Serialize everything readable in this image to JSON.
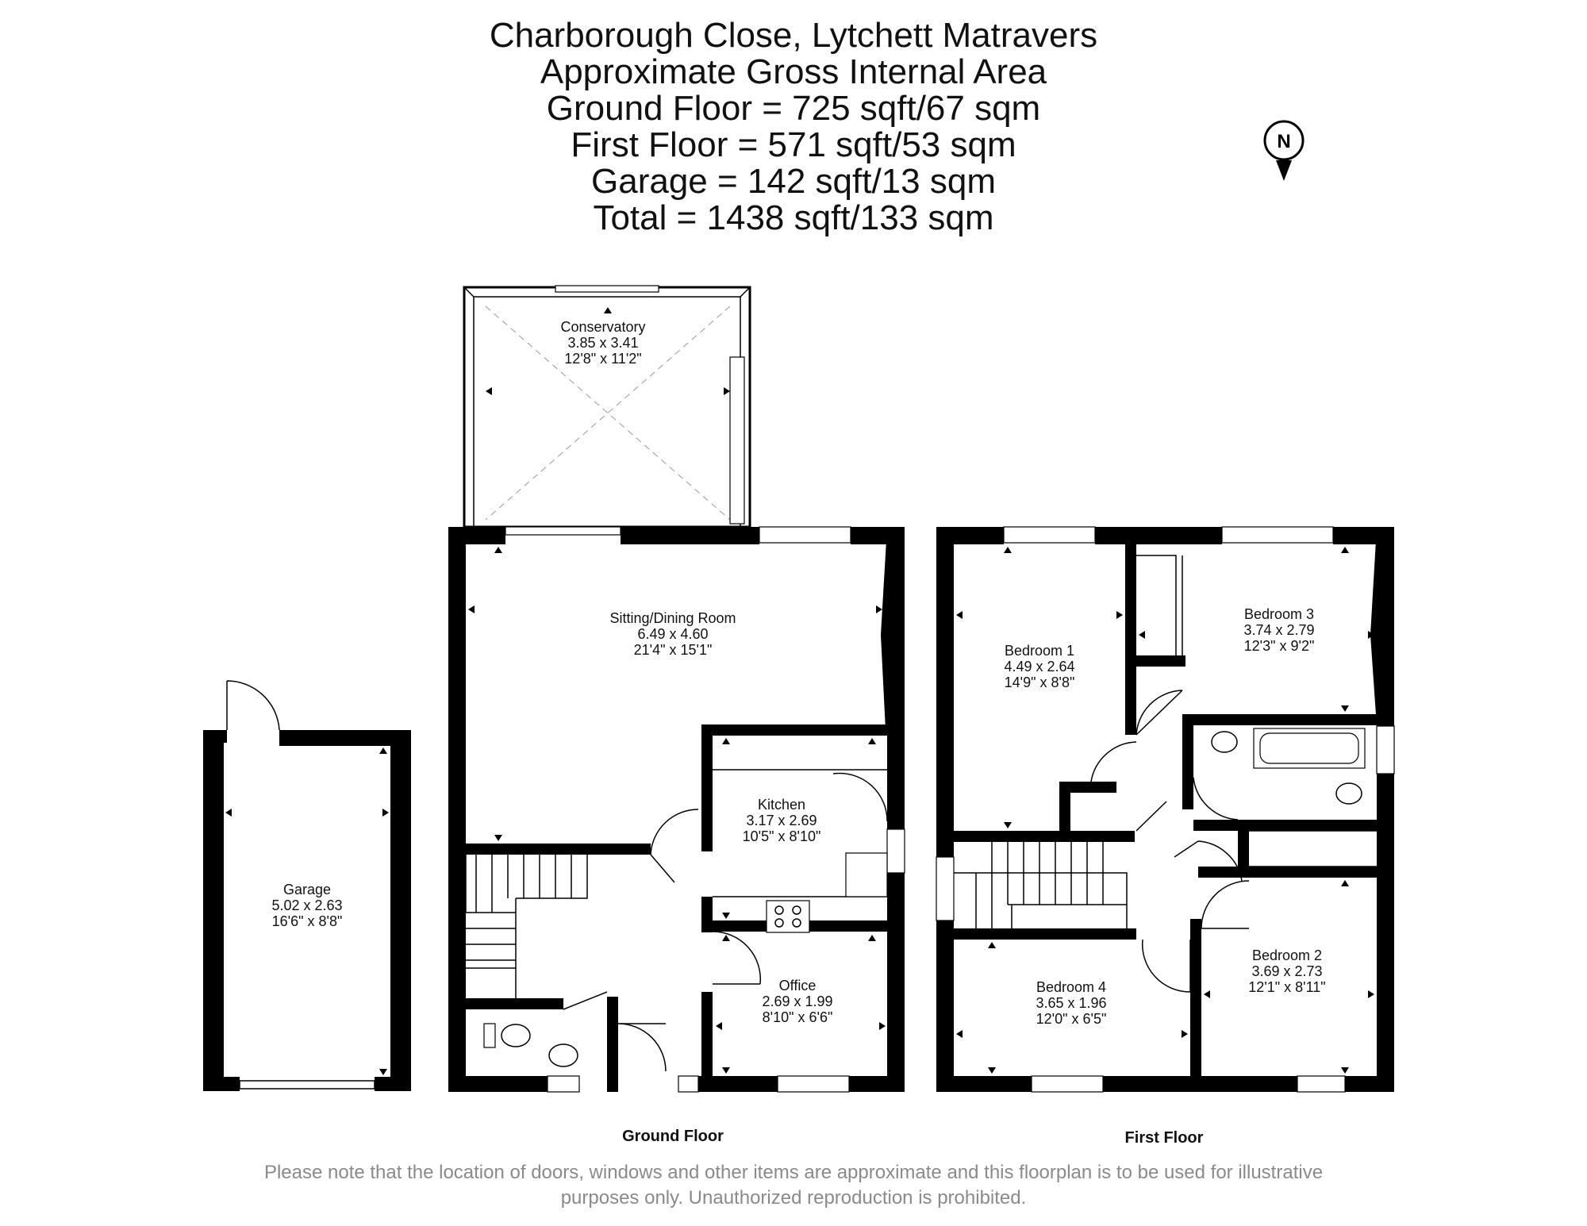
{
  "header": {
    "address": "Charborough Close, Lytchett Matravers",
    "subtitle": "Approximate Gross Internal Area",
    "ground_floor": "Ground Floor = 725 sqft/67 sqm",
    "first_floor": "First Floor = 571 sqft/53 sqm",
    "garage": "Garage = 142 sqft/13 sqm",
    "total": "Total = 1438 sqft/133 sqm"
  },
  "compass": {
    "label": "N"
  },
  "floors": {
    "ground": "Ground Floor",
    "first": "First Floor"
  },
  "rooms": {
    "conservatory": {
      "name": "Conservatory",
      "metric": "3.85 x 3.41",
      "imperial": "12'8\" x 11'2\""
    },
    "sitting": {
      "name": "Sitting/Dining Room",
      "metric": "6.49 x 4.60",
      "imperial": "21'4\" x 15'1\""
    },
    "kitchen": {
      "name": "Kitchen",
      "metric": "3.17 x 2.69",
      "imperial": "10'5\" x 8'10\""
    },
    "office": {
      "name": "Office",
      "metric": "2.69 x 1.99",
      "imperial": "8'10\" x 6'6\""
    },
    "garage": {
      "name": "Garage",
      "metric": "5.02 x 2.63",
      "imperial": "16'6\" x 8'8\""
    },
    "bedroom1": {
      "name": "Bedroom 1",
      "metric": "4.49 x 2.64",
      "imperial": "14'9\" x 8'8\""
    },
    "bedroom2": {
      "name": "Bedroom 2",
      "metric": "3.69 x 2.73",
      "imperial": "12'1\" x 8'11\""
    },
    "bedroom3": {
      "name": "Bedroom 3",
      "metric": "3.74 x 2.79",
      "imperial": "12'3\" x 9'2\""
    },
    "bedroom4": {
      "name": "Bedroom 4",
      "metric": "3.65 x 1.96",
      "imperial": "12'0\" x 6'5\""
    }
  },
  "disclaimer": {
    "line1": "Please note that the location of doors, windows and other items are approximate and this floorplan is to be used for illustrative",
    "line2": "purposes only. Unauthorized reproduction is prohibited."
  }
}
